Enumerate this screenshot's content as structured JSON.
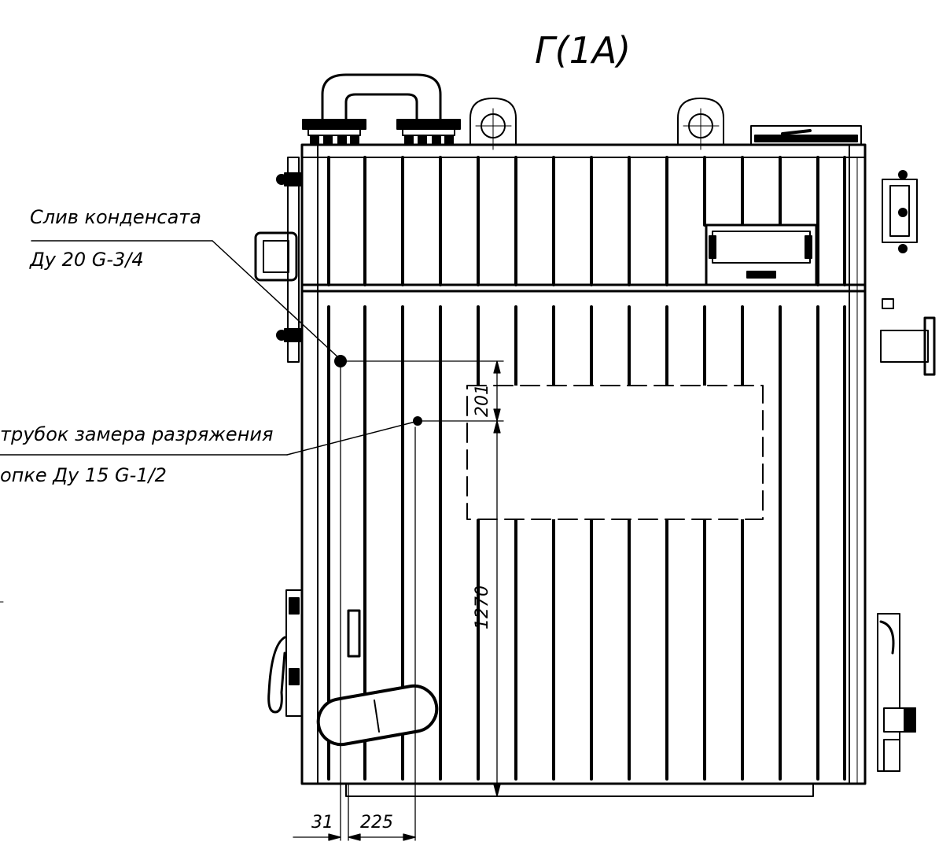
{
  "view_title": "Г(1А)",
  "callouts": {
    "condensate_line1": "Слив конденсата",
    "condensate_line2": "Ду 20 G-3/4",
    "vacuum_line1": "трубок замера разряжения",
    "vacuum_line2": "опке Ду 15 G-1/2"
  },
  "dimensions": {
    "d201": "201",
    "d1270": "1270",
    "d31": "31",
    "d225": "225"
  },
  "colors": {
    "line": "#000000",
    "background": "#ffffff"
  }
}
